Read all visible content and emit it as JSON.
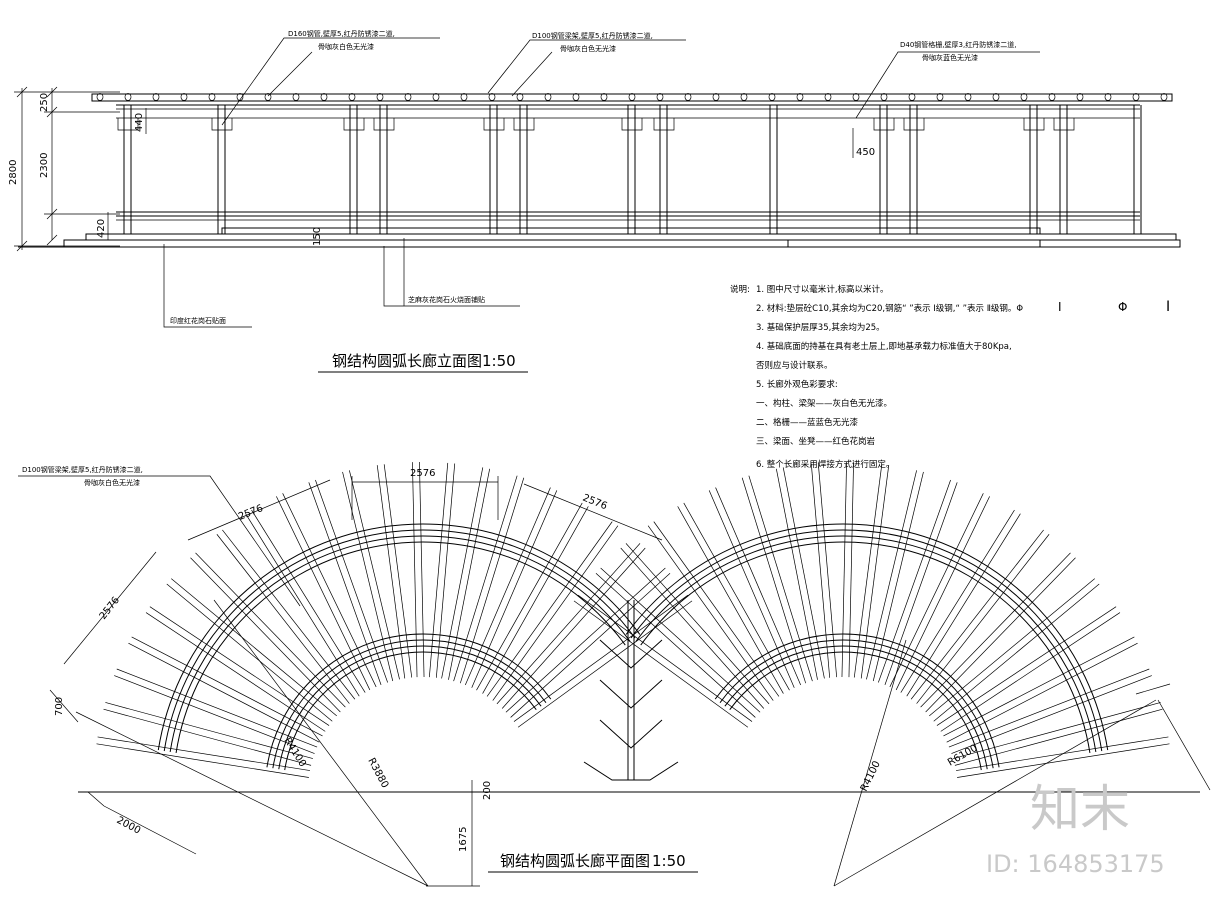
{
  "elevation": {
    "title": "钢结构圆弧长廊立面图",
    "scale": "1:50",
    "dims": {
      "total_height": "2800",
      "top_beam": "250",
      "column_height": "2300",
      "base": "420",
      "bracket": "440",
      "bracket_right": "450",
      "step": "150"
    },
    "callouts": [
      {
        "line1": "D160钢管,壁厚5,红丹防锈漆二道,",
        "line2": "骨咖灰白色无光漆"
      },
      {
        "line1": "D100钢管梁架,壁厚5,红丹防锈漆二道,",
        "line2": "骨咖灰白色无光漆"
      },
      {
        "line1": "D40钢管格栅,壁厚3,红丹防锈漆二道,",
        "line2": "骨咖灰蓝色无光漆"
      },
      {
        "line1": "印度红花岗石贴面"
      },
      {
        "line1": "芝麻灰花岗石火烧面铺贴"
      }
    ]
  },
  "notes": {
    "heading": "说明:",
    "items": [
      "1. 图中尺寸以毫米计,标高以米计。",
      "2. 材料:垫层砼C10,其余均为C20,钢筋“  ”表示  Ⅰ级钢,“  ”表示  Ⅱ级钢。Φ",
      "3. 基础保护层厚35,其余均为25。",
      "4. 基础底面的持基在具有老土层上,即地基承载力标准值大于80Kpa,",
      "   否则应与设计联系。",
      "5. 长廊外观色彩要求:",
      "   一、构柱、梁架——灰白色无光漆。",
      "   二、格栅——蓝蓝色无光漆",
      "   三、梁面、坐凳——红色花岗岩",
      "6. 整个长廊采用焊接方式进行固定。"
    ],
    "symbols": [
      "Ⅰ",
      "Φ",
      "Ⅰ"
    ]
  },
  "plan": {
    "title": "钢结构圆弧长廊平面图",
    "scale": "1:50",
    "callout": {
      "line1": "D100钢管梁架,壁厚5,红丹防锈漆二道,",
      "line2": "骨咖灰白色无光漆"
    },
    "dims": {
      "chord_top": "2576",
      "chord_left_top": "2576",
      "chord_right": "2576",
      "chord_left": "2576",
      "width": "700",
      "bottom": "2000",
      "offset": "200",
      "depth": "1675"
    },
    "radii": {
      "inner_left": "R4100",
      "outer_left": "R3880",
      "inner_right": "R4100",
      "outer_right": "R6100"
    }
  },
  "watermark": {
    "brand": "知末",
    "id": "ID: 164853175"
  }
}
